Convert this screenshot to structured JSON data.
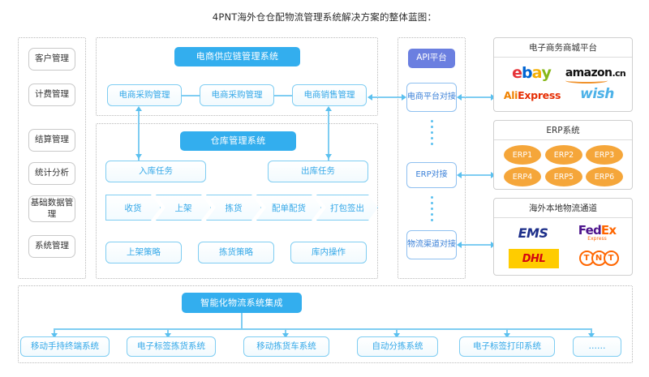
{
  "title": "4PNT海外仓仓配物流管理系统解决方案的整体蓝图：",
  "colors": {
    "header_blue": "#33aeee",
    "api_purple": "#6b7fe0",
    "node_border": "#7fcdf2",
    "node_text": "#34a8e8",
    "erp_orange": "#f5a63a",
    "container_border": "#b9b9b9"
  },
  "sidebar": {
    "items": [
      {
        "label": "客户管理"
      },
      {
        "label": "计费管理"
      },
      {
        "label": "结算管理"
      },
      {
        "label": "统计分析"
      },
      {
        "label": "基础数据管理"
      },
      {
        "label": "系统管理"
      }
    ]
  },
  "supply_chain": {
    "header": "电商供应链管理系统",
    "nodes": [
      {
        "label": "电商采购管理"
      },
      {
        "label": "电商采购管理"
      },
      {
        "label": "电商销售管理"
      }
    ]
  },
  "warehouse": {
    "header": "仓库管理系统",
    "tasks": [
      {
        "label": "入库任务"
      },
      {
        "label": "出库任务"
      }
    ],
    "process": [
      {
        "label": "收货"
      },
      {
        "label": "上架"
      },
      {
        "label": "拣货"
      },
      {
        "label": "配单配货"
      },
      {
        "label": "打包签出"
      }
    ],
    "strategies": [
      {
        "label": "上架策略"
      },
      {
        "label": "拣货策略"
      },
      {
        "label": "库内操作"
      }
    ]
  },
  "api_platform": {
    "header": "API平台",
    "adapters": [
      {
        "label": "电商平台对接"
      },
      {
        "label": "ERP对接"
      },
      {
        "label": "物流渠道对接"
      }
    ]
  },
  "panels": [
    {
      "title": "电子商务商城平台",
      "logos": [
        {
          "name": "ebay-logo",
          "text": "ebay"
        },
        {
          "name": "amazon-cn-logo",
          "text": "amazon.cn"
        },
        {
          "name": "aliexpress-logo",
          "text": "AliExpress"
        },
        {
          "name": "wish-logo",
          "text": "wish"
        }
      ]
    },
    {
      "title": "ERP系统",
      "items": [
        {
          "label": "ERP1"
        },
        {
          "label": "ERP2"
        },
        {
          "label": "ERP3"
        },
        {
          "label": "ERP4"
        },
        {
          "label": "ERP5"
        },
        {
          "label": "ERP6"
        }
      ]
    },
    {
      "title": "海外本地物流通道",
      "logos": [
        {
          "name": "ems-logo",
          "text": "EMS"
        },
        {
          "name": "fedex-logo",
          "text": "FedEx",
          "sub": "Express"
        },
        {
          "name": "dhl-logo",
          "text": "DHL"
        },
        {
          "name": "tnt-logo",
          "text": "TNT"
        }
      ]
    }
  ],
  "bottom": {
    "header": "智能化物流系统集成",
    "children": [
      {
        "label": "移动手持终端系统"
      },
      {
        "label": "电子标签拣货系统"
      },
      {
        "label": "移动拣货车系统"
      },
      {
        "label": "自动分拣系统"
      },
      {
        "label": "电子标签打印系统"
      },
      {
        "label": "……"
      }
    ]
  }
}
